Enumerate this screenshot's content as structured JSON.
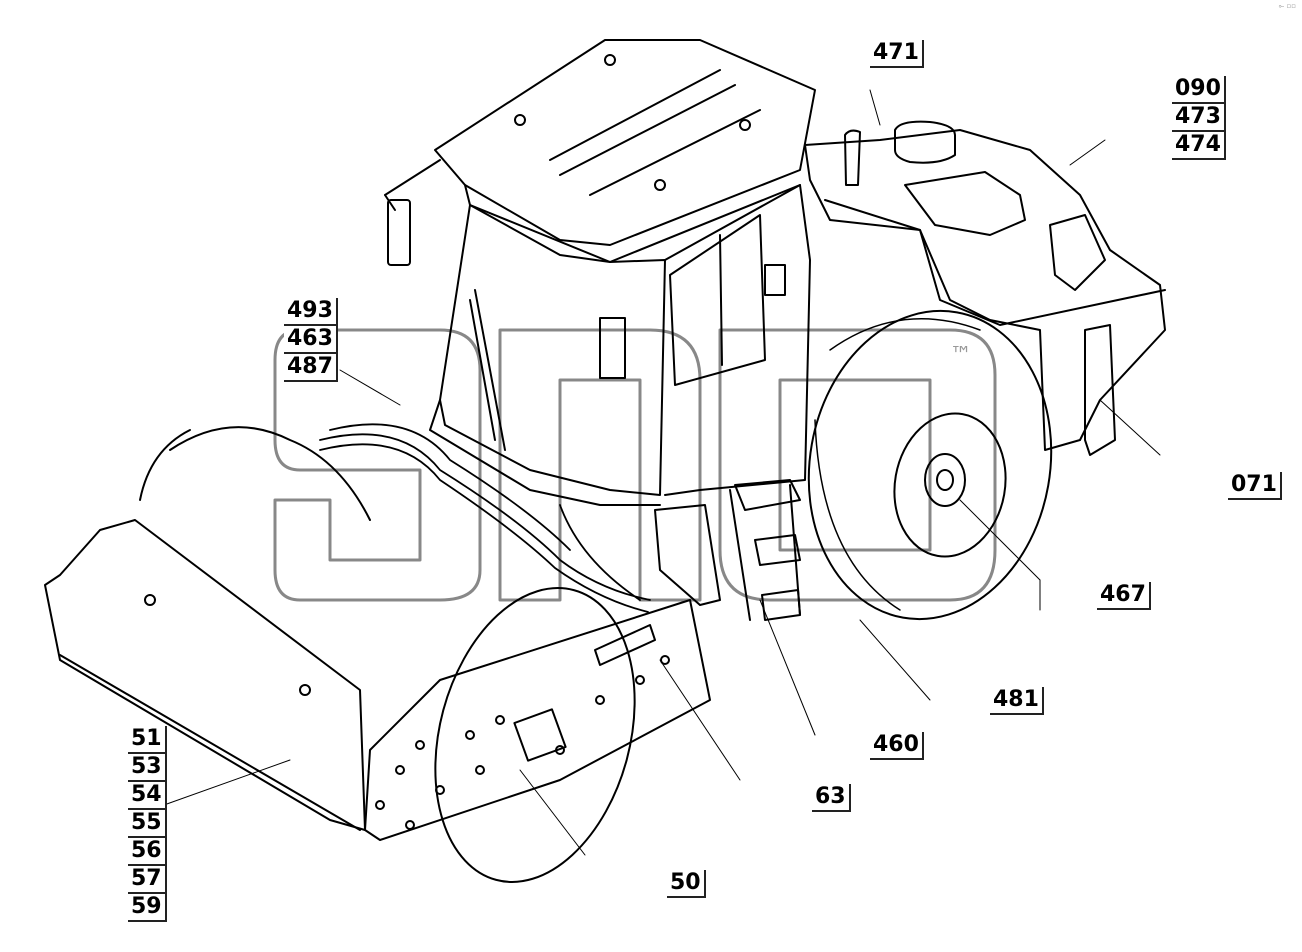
{
  "watermark": {
    "text": "япо",
    "mark": "™"
  },
  "corner_mark": "⟜ ▫▫",
  "callouts": {
    "c471": "471",
    "c090": "090",
    "c473": "473",
    "c474": "474",
    "c493": "493",
    "c463": "463",
    "c487": "487",
    "c071": "071",
    "c467": "467",
    "c481": "481",
    "c460": "460",
    "c63": "63",
    "c50": "50",
    "c51": "51",
    "c53": "53",
    "c54": "54",
    "c55": "55",
    "c56": "56",
    "c57": "57",
    "c59": "59"
  }
}
